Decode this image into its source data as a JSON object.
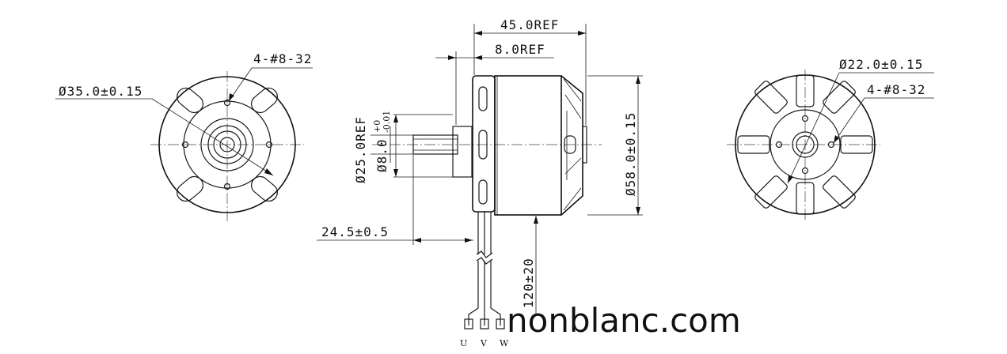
{
  "front_view": {
    "diameter_label": "Ø35.0±0.15",
    "hole_label": "4-#8-32"
  },
  "side_view": {
    "overall_length_label": "45.0REF",
    "flange_label": "8.0REF",
    "body_dia_label": "Ø25.0REF",
    "shaft_dia_label": "Ø8.0",
    "shaft_tol_upper": "+0",
    "shaft_tol_lower": "-0.01",
    "outer_dia_label": "Ø58.0±0.15",
    "shaft_length_label": "24.5±0.5",
    "lead_length_label": "120±20",
    "wire_u": "U",
    "wire_v": "V",
    "wire_w": "W"
  },
  "rear_view": {
    "diameter_label": "Ø22.0±0.15",
    "hole_label": "4-#8-32"
  },
  "watermark": "nonblanc.com"
}
